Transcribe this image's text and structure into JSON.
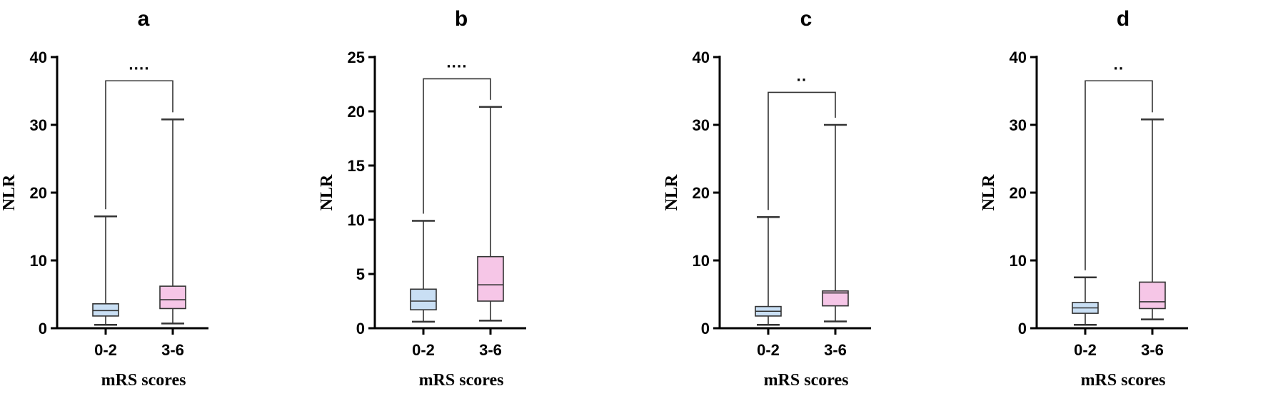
{
  "colors": {
    "group1": "#c9dff4",
    "group2": "#f6c6e7",
    "line": "#333333"
  },
  "chart_data": [
    {
      "type": "box",
      "title": "a",
      "ylabel": "NLR",
      "xlabel": "mRS scores",
      "ylim": [
        0,
        40
      ],
      "yticks": [
        0,
        10,
        20,
        30,
        40
      ],
      "categories": [
        "0-2",
        "3-6"
      ],
      "boxes": [
        {
          "category": "0-2",
          "min": 0.5,
          "q1": 1.8,
          "median": 2.6,
          "q3": 3.6,
          "max": 16.5
        },
        {
          "category": "3-6",
          "min": 0.7,
          "q1": 2.9,
          "median": 4.2,
          "q3": 6.2,
          "max": 30.8
        }
      ],
      "significance": {
        "label": "····",
        "bracket_top": 36.5
      }
    },
    {
      "type": "box",
      "title": "b",
      "ylabel": "NLR",
      "xlabel": "mRS scores",
      "ylim": [
        0,
        25
      ],
      "yticks": [
        0,
        5,
        10,
        15,
        20,
        25
      ],
      "categories": [
        "0-2",
        "3-6"
      ],
      "boxes": [
        {
          "category": "0-2",
          "min": 0.6,
          "q1": 1.7,
          "median": 2.5,
          "q3": 3.6,
          "max": 9.9
        },
        {
          "category": "3-6",
          "min": 0.7,
          "q1": 2.5,
          "median": 4.0,
          "q3": 6.6,
          "max": 20.4
        }
      ],
      "significance": {
        "label": "····",
        "bracket_top": 23.0
      }
    },
    {
      "type": "box",
      "title": "c",
      "ylabel": "NLR",
      "xlabel": "mRS scores",
      "ylim": [
        0,
        40
      ],
      "yticks": [
        0,
        10,
        20,
        30,
        40
      ],
      "categories": [
        "0-2",
        "3-6"
      ],
      "boxes": [
        {
          "category": "0-2",
          "min": 0.5,
          "q1": 1.8,
          "median": 2.5,
          "q3": 3.2,
          "max": 16.4
        },
        {
          "category": "3-6",
          "min": 1.0,
          "q1": 3.3,
          "median": 5.2,
          "q3": 5.5,
          "max": 30.0
        }
      ],
      "significance": {
        "label": "··",
        "bracket_top": 34.8
      }
    },
    {
      "type": "box",
      "title": "d",
      "ylabel": "NLR",
      "xlabel": "mRS scores",
      "ylim": [
        0,
        40
      ],
      "yticks": [
        0,
        10,
        20,
        30,
        40
      ],
      "categories": [
        "0-2",
        "3-6"
      ],
      "boxes": [
        {
          "category": "0-2",
          "min": 0.5,
          "q1": 2.2,
          "median": 3.0,
          "q3": 3.8,
          "max": 7.5
        },
        {
          "category": "3-6",
          "min": 1.3,
          "q1": 2.9,
          "median": 3.9,
          "q3": 6.8,
          "max": 30.8
        }
      ],
      "significance": {
        "label": "··",
        "bracket_top": 36.5
      }
    }
  ]
}
